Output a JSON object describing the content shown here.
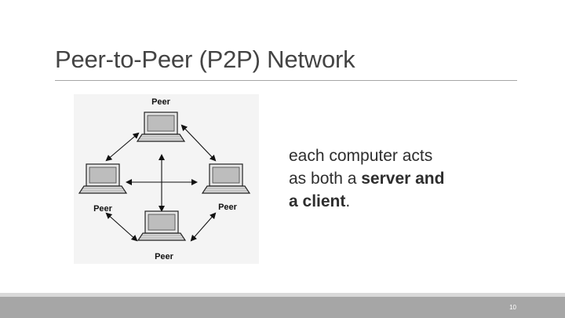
{
  "slide": {
    "title": "Peer-to-Peer (P2P) Network",
    "body": {
      "line1": "each computer acts",
      "line2_plain": "as both a ",
      "line2_bold": "server and",
      "line3_bold": "a client",
      "line3_tail": "."
    },
    "page_number": "10"
  },
  "diagram": {
    "nodes": [
      {
        "label": "Peer",
        "position": "top"
      },
      {
        "label": "Peer",
        "position": "left"
      },
      {
        "label": "Peer",
        "position": "right"
      },
      {
        "label": "Peer",
        "position": "bottom"
      }
    ]
  },
  "colors": {
    "title": "#444444",
    "rule": "#a6a6a6",
    "footer_bar": "#a6a6a6",
    "footer_strip": "#d9d9d9",
    "diagram_bg": "#f4f4f4"
  }
}
